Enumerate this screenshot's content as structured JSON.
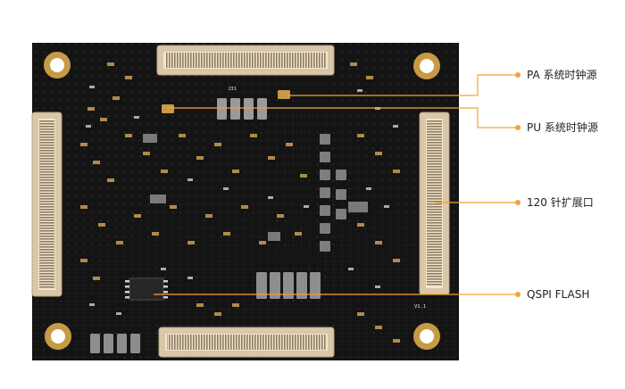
{
  "image": {
    "subject": "pcb-core-board",
    "board_color": "#141414",
    "connector_color": "#d9c7a8",
    "pad_color": "#c79a45",
    "silk_color": "#e8e8e8",
    "callout_line_color": "#f4a23a"
  },
  "silkscreen": {
    "j31": "J31",
    "revision": "V1.1"
  },
  "callouts": [
    {
      "id": "pa-clock",
      "label": "PA 系统时钟源"
    },
    {
      "id": "pu-clock",
      "label": "PU 系统时钟源"
    },
    {
      "id": "expansion",
      "label": "120 针扩展口"
    },
    {
      "id": "qspi",
      "label": "QSPI FLASH"
    }
  ]
}
